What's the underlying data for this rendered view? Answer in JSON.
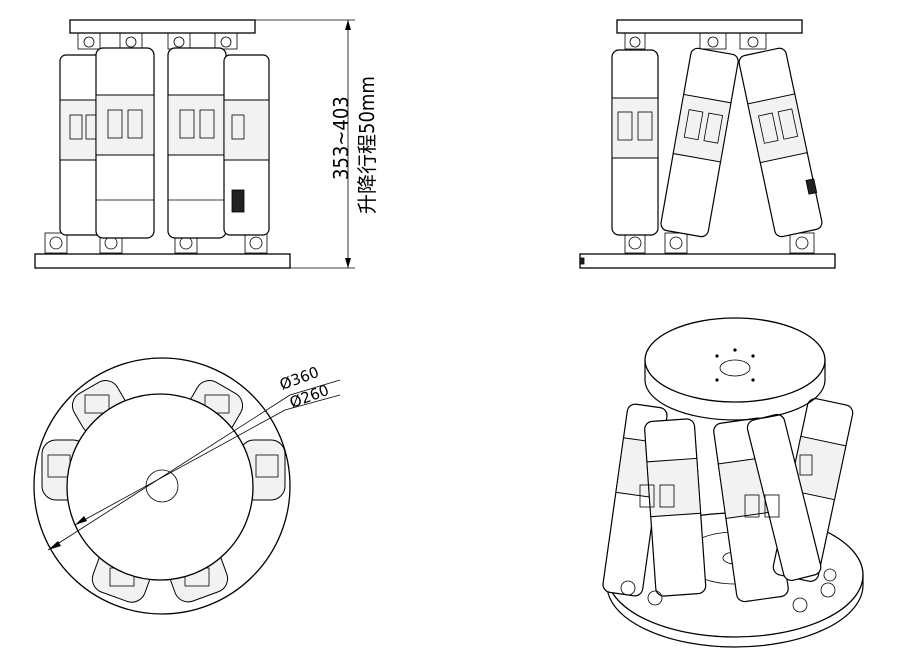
{
  "stroke_text": "353~403",
  "travel_text": "升降行程50mm",
  "diameter_outer": "Ø360",
  "diameter_inner": "Ø260"
}
